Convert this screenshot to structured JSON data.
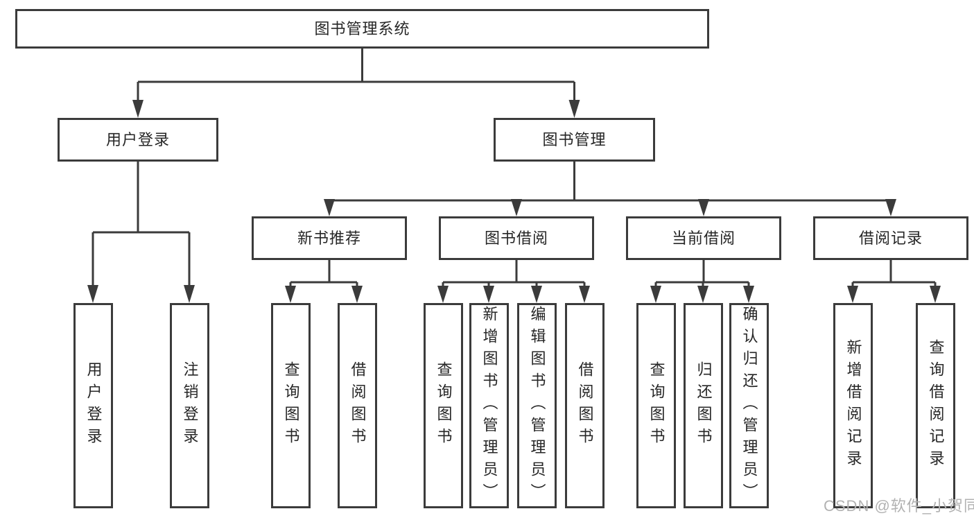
{
  "tree": {
    "root": {
      "label": "图书管理系统"
    },
    "branches": [
      {
        "label": "用户登录",
        "children": [
          {
            "label": "用户登录"
          },
          {
            "label": "注销登录"
          }
        ]
      },
      {
        "label": "图书管理",
        "sections": [
          {
            "label": "新书推荐",
            "children": [
              {
                "label": "查询图书"
              },
              {
                "label": "借阅图书"
              }
            ]
          },
          {
            "label": "图书借阅",
            "children": [
              {
                "label": "查询图书"
              },
              {
                "label": "新增图书（管理员）"
              },
              {
                "label": "编辑图书（管理员）"
              },
              {
                "label": "借阅图书"
              }
            ]
          },
          {
            "label": "当前借阅",
            "children": [
              {
                "label": "查询图书"
              },
              {
                "label": "归还图书"
              },
              {
                "label": "确认归还（管理员）"
              }
            ]
          },
          {
            "label": "借阅记录",
            "children": [
              {
                "label": "新增借阅记录"
              },
              {
                "label": "查询借阅记录"
              }
            ]
          }
        ]
      }
    ]
  },
  "watermark": {
    "text": "CSDN @软件_小贺同学"
  },
  "colors": {
    "line": "#3b3b3b",
    "text": "#262626",
    "background": "#ffffff",
    "watermark": "#b2b2b2"
  }
}
